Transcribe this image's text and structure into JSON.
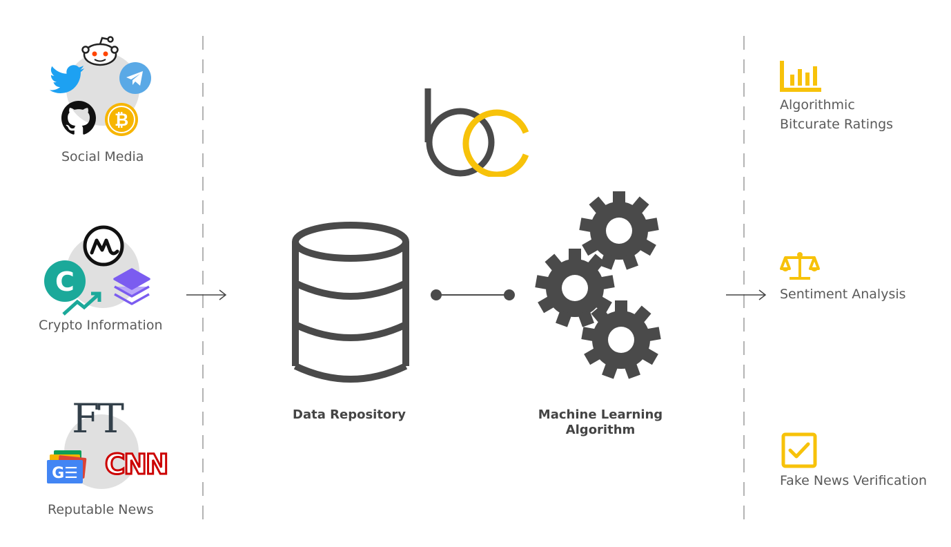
{
  "sources": {
    "social_media": "Social Media",
    "crypto_info": "Crypto Information",
    "reputable_news": "Reputable News",
    "ft_logo_text": "FT",
    "cnn_logo_text": "CNN",
    "google_news_text": "G☰"
  },
  "center": {
    "data_repository": "Data Repository",
    "ml_line1": "Machine Learning",
    "ml_line2": "Algorithm"
  },
  "outputs": {
    "ratings_line1": "Algorithmic",
    "ratings_line2": "Bitcurate Ratings",
    "sentiment": "Sentiment Analysis",
    "fake_news": "Fake News Verification"
  },
  "colors": {
    "accent_yellow": "#f7c20a",
    "dark_gray": "#4a4a4a",
    "twitter": "#1da1f2",
    "telegram": "#2ca5e0",
    "bitcoin": "#f7b500",
    "reddit": "#ff4500",
    "teal": "#1ba99a",
    "purple": "#7b5cf0",
    "cnn_red": "#cc0000"
  },
  "icons": [
    "reddit-icon",
    "twitter-icon",
    "telegram-icon",
    "github-icon",
    "bitcoin-icon",
    "coinmarketcap-icon",
    "coincap-icon",
    "layers-icon",
    "ft-logo",
    "google-news-icon",
    "cnn-logo",
    "bitcurate-logo",
    "database-icon",
    "gears-icon",
    "bar-chart-icon",
    "scales-icon",
    "checkbox-icon",
    "arrow-right-icon"
  ]
}
